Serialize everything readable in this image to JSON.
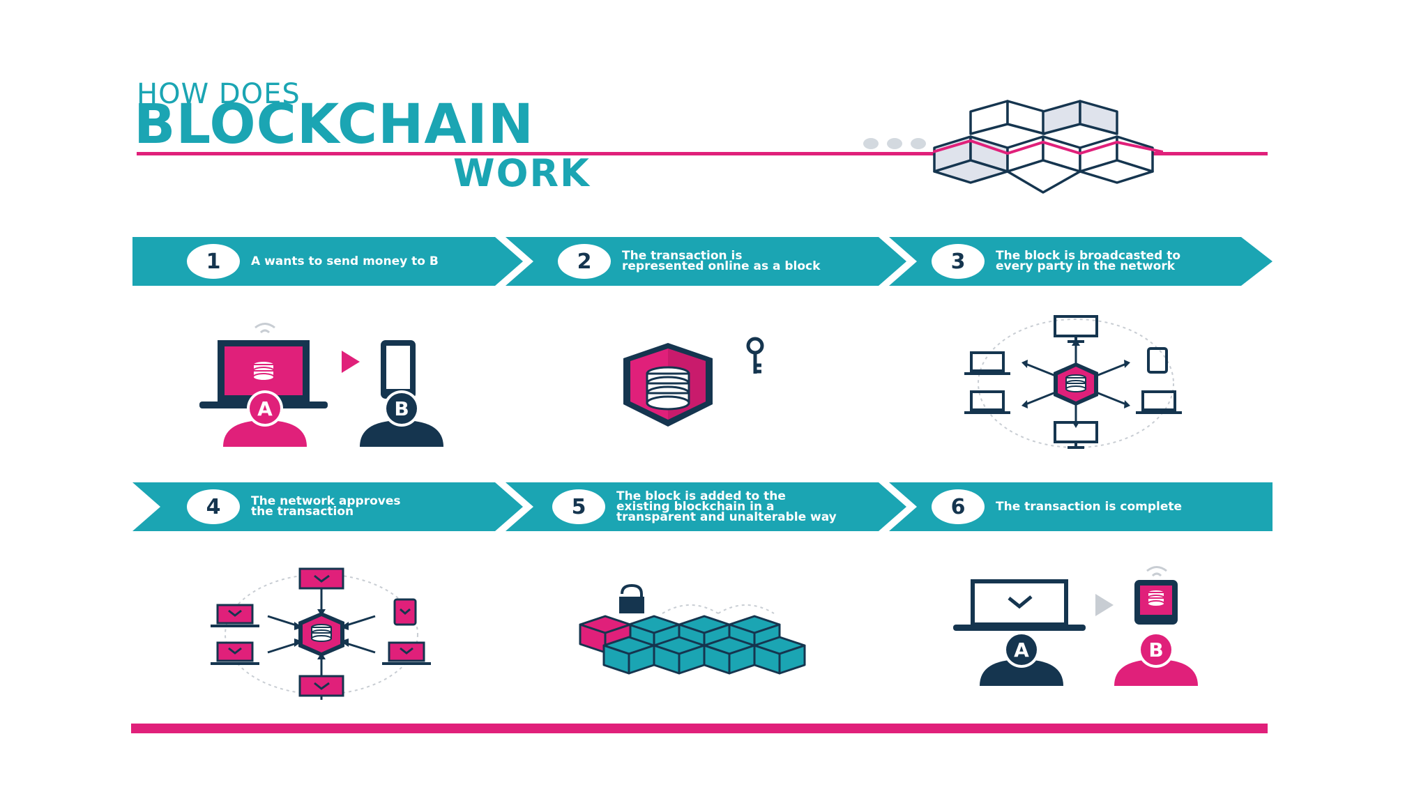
{
  "title": {
    "line1": "HOW DOES",
    "line2": "BLOCKCHAIN",
    "line3": "WORK"
  },
  "colors": {
    "teal": "#1ba5b3",
    "magenta": "#e0207a",
    "navy": "#15354f",
    "light_gray": "#d3d9df",
    "cube_fill": "#dfe3ec"
  },
  "steps": [
    {
      "number": "1",
      "text": "A wants to send money to B",
      "icon": "laptop-to-phone-transfer-icon"
    },
    {
      "number": "2",
      "text": "The transaction is\nrepresented online as a block",
      "icon": "block-with-key-icon"
    },
    {
      "number": "3",
      "text": "The block is broadcasted to\nevery party in the network",
      "icon": "broadcast-network-icon"
    },
    {
      "number": "4",
      "text": "The network approves\nthe transaction",
      "icon": "network-approval-icon"
    },
    {
      "number": "5",
      "text": "The block is added to the\nexisting blockchain in a\ntransparent and unalterable way",
      "icon": "blockchain-cubes-icon"
    },
    {
      "number": "6",
      "text": "The transaction is complete",
      "icon": "transaction-complete-icon"
    }
  ],
  "persons": {
    "a": "A",
    "b": "B"
  }
}
